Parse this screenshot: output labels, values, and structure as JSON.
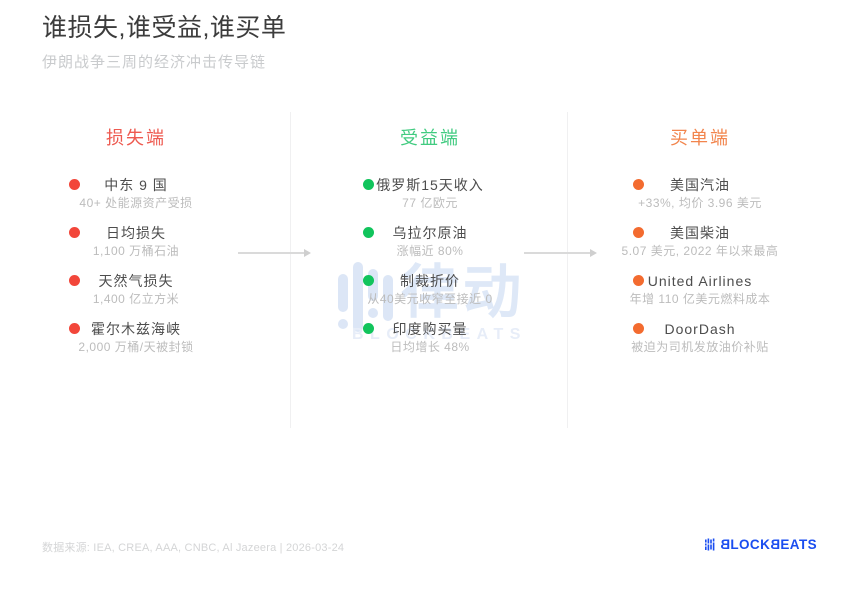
{
  "title": "谁损失,谁受益,谁买单",
  "subtitle": "伊朗战争三周的经济冲击传导链",
  "columns": [
    {
      "header": "损失端",
      "accent": "#ee5a50",
      "dot": "#f2463a",
      "items": [
        {
          "title": "中东 9 国",
          "detail": "40+ 处能源资产受损"
        },
        {
          "title": "日均损失",
          "detail": "1,100 万桶石油"
        },
        {
          "title": "天然气损失",
          "detail": "1,400 亿立方米"
        },
        {
          "title": "霍尔木兹海峡",
          "detail": "2,000 万桶/天被封锁"
        }
      ]
    },
    {
      "header": "受益端",
      "accent": "#41cb80",
      "dot": "#11c45c",
      "items": [
        {
          "title": "俄罗斯15天收入",
          "detail": "77 亿欧元"
        },
        {
          "title": "乌拉尔原油",
          "detail": "涨幅近 80%"
        },
        {
          "title": "制裁折价",
          "detail": "从40美元收窄至接近 0"
        },
        {
          "title": "印度购买量",
          "detail": "日均增长 48%"
        }
      ]
    },
    {
      "header": "买单端",
      "accent": "#f2854d",
      "dot": "#f36b2f",
      "items": [
        {
          "title": "美国汽油",
          "detail": "+33%, 均价 3.96 美元"
        },
        {
          "title": "美国柴油",
          "detail": "5.07 美元, 2022 年以来最高"
        },
        {
          "title": "United Airlines",
          "detail": "年增 110 亿美元燃料成本"
        },
        {
          "title": "DoorDash",
          "detail": "被迫为司机发放油价补贴"
        }
      ]
    }
  ],
  "watermark": {
    "brand_cn": "律动",
    "brand_en": "BLOCKBEATS"
  },
  "footer": {
    "source": "数据来源: IEA, CREA, AAA, CNBC, Al Jazeera | 2026-03-24",
    "logo": {
      "b1": "B",
      "mid": "LOCK",
      "b2": "B",
      "end": "EATS"
    },
    "logo_color": "#1a4df0"
  }
}
